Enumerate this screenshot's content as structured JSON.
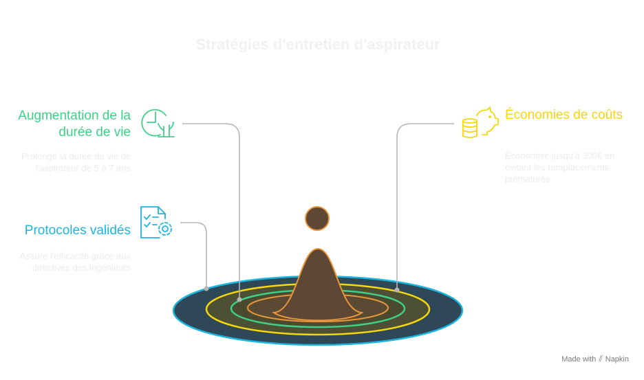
{
  "title": "Stratégies d'entretien d'aspirateur",
  "items": [
    {
      "heading": "Augmentation de la durée de vie",
      "description": "Prolonge la durée de vie de l'aspirateur de 5 à 7 ans",
      "icon": "clock-plant-icon",
      "color": "#3fcf89"
    },
    {
      "heading": "Protocoles validés",
      "description": "Assure l'efficacité grâce aux directives des ingénieurs",
      "icon": "checklist-gear-icon",
      "color": "#1cb5e0"
    },
    {
      "heading": "Économies de coûts",
      "description": "Économise jusqu'à 300€ en évitant les remplacements prématurés",
      "icon": "piggy-bank-coins-icon",
      "color": "#f5d70a"
    }
  ],
  "colors": {
    "outer_ring": "#1cb5e0",
    "yellow_ring": "#f5d70a",
    "green_ring": "#3fcf89",
    "inner_ring": "#e8963a",
    "fill_dark": "#2f4858",
    "fill_olive": "#4e5033",
    "figure_fill": "#5e4735",
    "figure_stroke": "#e8963a",
    "connector": "#b5b5b5"
  },
  "footer": {
    "text": "Made with",
    "brand": "Napkin"
  }
}
